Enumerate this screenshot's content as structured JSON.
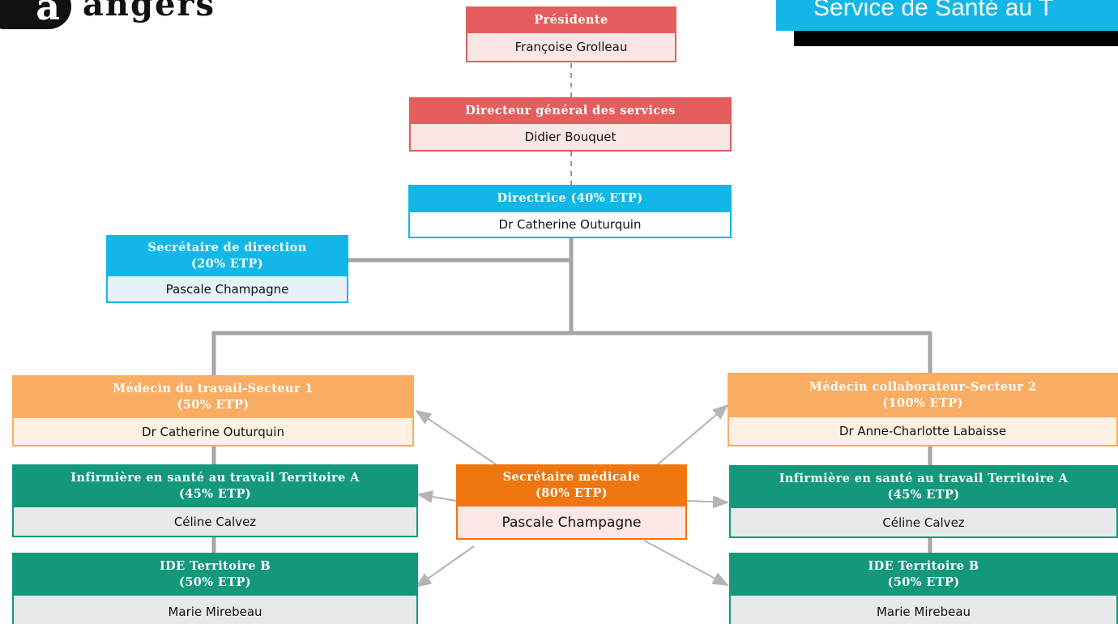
{
  "header": {
    "logo_mark": "a",
    "logo_text": "angers",
    "banner_title": "Service de Santé au T"
  },
  "colors": {
    "red": "#e55e5e",
    "blue": "#12b7e8",
    "peach": "#f8ad63",
    "orange": "#ef760f",
    "green": "#13987c",
    "connector": "#a6a6a6"
  },
  "org": {
    "presidente": {
      "role": "Présidente",
      "name": "Françoise Grolleau"
    },
    "dgs": {
      "role": "Directeur général des services",
      "name": "Didier Bouquet"
    },
    "directrice": {
      "role": "Directrice (40% ETP)",
      "name": "Dr Catherine Outurquin"
    },
    "secretaire_direction": {
      "role_line1": "Secrétaire de direction",
      "role_line2": "(20% ETP)",
      "name": "Pascale Champagne"
    },
    "medecin_s1": {
      "role_line1": "Médecin du travail-Secteur 1",
      "role_line2": "(50% ETP)",
      "name": "Dr Catherine Outurquin"
    },
    "medecin_s2": {
      "role_line1": "Médecin collaborateur-Secteur 2",
      "role_line2": "(100% ETP)",
      "name": "Dr Anne-Charlotte Labaisse"
    },
    "infirmiere_left": {
      "role_line1": "Infirmière en santé au travail  Territoire A",
      "role_line2": "(45% ETP)",
      "name": "Céline Calvez"
    },
    "infirmiere_right": {
      "role_line1": "Infirmière en santé au travail Territoire A",
      "role_line2": "(45% ETP)",
      "name": "Céline Calvez"
    },
    "secretaire_medicale": {
      "role_line1": "Secrétaire médicale",
      "role_line2": "(80% ETP)",
      "name": "Pascale Champagne"
    },
    "ide_left": {
      "role_line1": "IDE Territoire B",
      "role_line2": "(50% ETP)",
      "name": "Marie Mirebeau"
    },
    "ide_right": {
      "role_line1": "IDE Territoire B",
      "role_line2": "(50% ETP)",
      "name": "Marie Mirebeau"
    }
  }
}
